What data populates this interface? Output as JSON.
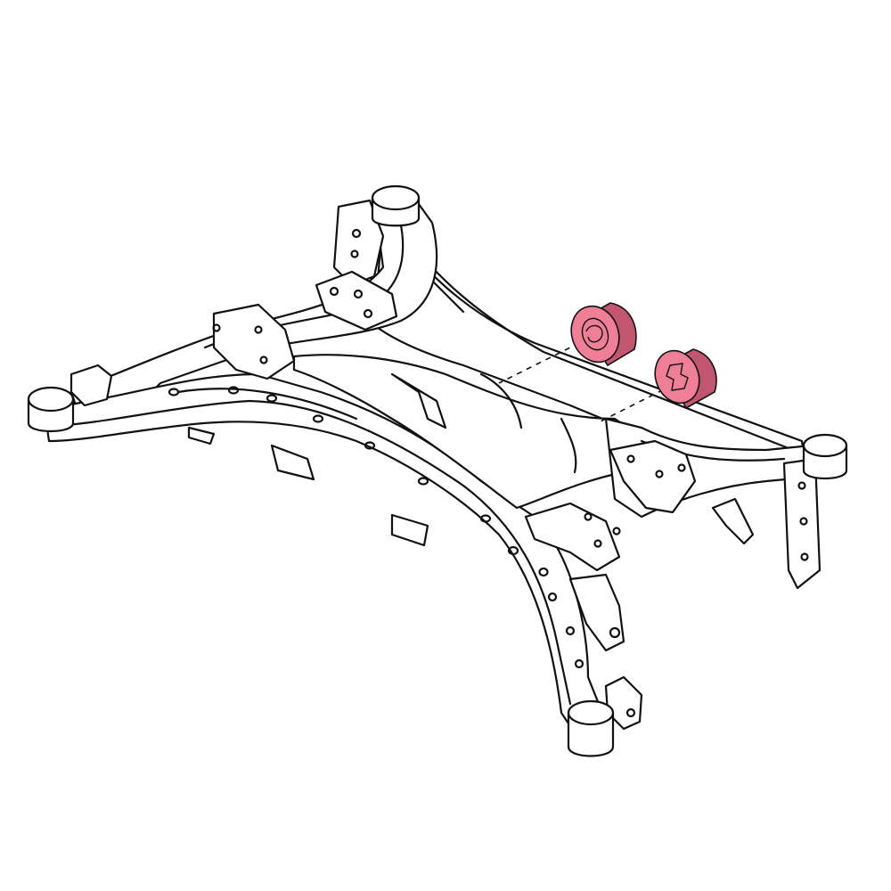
{
  "diagram": {
    "subject": "rear-subframe",
    "highlighted_parts": [
      "front-differential-bushing",
      "rear-differential-bushing"
    ],
    "colors": {
      "line": "#111111",
      "background": "#ffffff",
      "highlight": "#ee7f97",
      "highlight_dark": "#c2566e"
    }
  }
}
